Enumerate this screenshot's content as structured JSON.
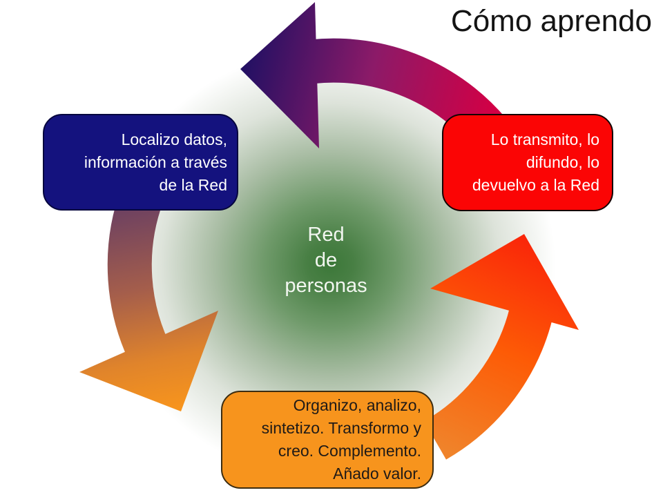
{
  "slide": {
    "title": "Cómo aprendo",
    "background_color": "#ffffff",
    "title_color": "#141414"
  },
  "center_label": {
    "lines": [
      "Red",
      "de",
      "personas"
    ],
    "text_color": "#f2f6f0",
    "glow_color": "#3c7839"
  },
  "boxes": {
    "locate": {
      "lines": [
        "Localizo datos,",
        "información a través",
        "de la Red"
      ],
      "bg": "#14127e",
      "text_color": "#ffffff"
    },
    "transmit": {
      "lines": [
        "Lo transmito, lo",
        "difundo, lo",
        "devuelvo a la Red"
      ],
      "bg": "#fb0505",
      "text_color": "#ffffff"
    },
    "organize": {
      "lines": [
        "Organizo, analizo,",
        "sintetizo. Transformo y",
        "creo. Complemento.",
        "Añado valor."
      ],
      "bg": "#f7941d",
      "text_color": "#1f1a17"
    }
  },
  "arrows": {
    "top": {
      "description": "curved arrow pointing left over the top",
      "gradient": [
        "#d20045",
        "#8c1a68",
        "#221063"
      ]
    },
    "left": {
      "description": "curved arrow pointing down the left side",
      "gradient": [
        "#6f4260",
        "#a55e4b",
        "#f7941d"
      ]
    },
    "bottom_right": {
      "description": "curved arrow pointing up the right side",
      "gradient": [
        "#f0832a",
        "#fd5b06",
        "#fa2509"
      ]
    }
  }
}
